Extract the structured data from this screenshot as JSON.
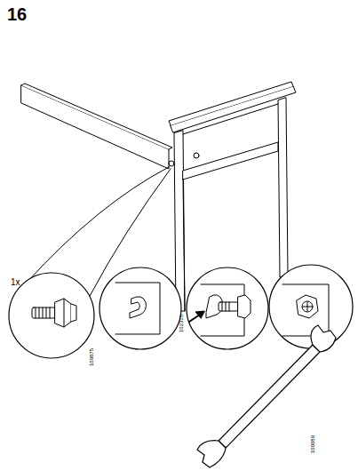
{
  "diagram": {
    "title": "16",
    "labels": [
      "1x",
      "109875",
      "102315",
      "100089"
    ]
  }
}
